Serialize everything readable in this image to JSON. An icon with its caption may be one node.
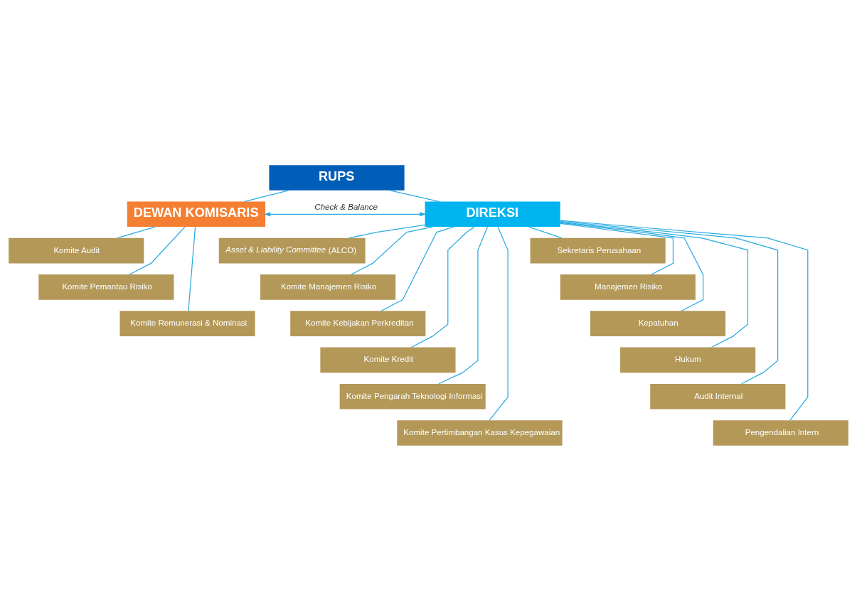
{
  "diagram": {
    "nodes": [
      {
        "text": [
          "RUPS"
        ]
      },
      {
        "text": [
          "DEWAN KOMISARIS"
        ]
      },
      {
        "text": [
          "DIREKSI"
        ]
      },
      {
        "text": [
          "Komite Audit"
        ]
      },
      {
        "text": [
          "Komite Pemantau Risiko"
        ]
      },
      {
        "text": [
          "Komite Remunerasi & Nominasi"
        ]
      },
      {
        "text": [
          "*Asset & Liability Committee* (ALCO)"
        ]
      },
      {
        "text": [
          "Komite Manajemen Risiko"
        ]
      },
      {
        "text": [
          "Komite Kebijakan Perkreditan"
        ]
      },
      {
        "text": [
          "Komite Kredit"
        ]
      },
      {
        "text": [
          "Komite Pengarah Teknologi Informasi"
        ]
      },
      {
        "text": [
          "Komite Pertimbangan Kasus Kepegawaian"
        ]
      },
      {
        "text": [
          "Sekretaris Perusahaan"
        ]
      },
      {
        "text": [
          "Manajemen Risiko"
        ]
      },
      {
        "text": [
          "Kepatuhan"
        ]
      },
      {
        "text": [
          "Hukum"
        ]
      },
      {
        "text": [
          "Audit Internal"
        ]
      },
      {
        "text": [
          "Pengendalian Intern"
        ]
      }
    ],
    "edges": [
      {
        "from": 0,
        "to": 1,
        "arrow": "none"
      },
      {
        "from": 0,
        "to": 2,
        "arrow": "none"
      },
      {
        "from": 1,
        "to": 2,
        "arrow": "both",
        "label": "Check & Balance"
      },
      {
        "from": 1,
        "to": 3,
        "arrow": "none"
      },
      {
        "from": 1,
        "to": 4,
        "arrow": "none"
      },
      {
        "from": 1,
        "to": 5,
        "arrow": "none"
      },
      {
        "from": 2,
        "to": 6,
        "arrow": "none"
      },
      {
        "from": 2,
        "to": 7,
        "arrow": "none"
      },
      {
        "from": 2,
        "to": 8,
        "arrow": "none"
      },
      {
        "from": 2,
        "to": 9,
        "arrow": "none"
      },
      {
        "from": 2,
        "to": 10,
        "arrow": "none"
      },
      {
        "from": 2,
        "to": 11,
        "arrow": "none"
      },
      {
        "from": 2,
        "to": 12,
        "arrow": "none"
      },
      {
        "from": 2,
        "to": 13,
        "arrow": "none"
      },
      {
        "from": 2,
        "to": 14,
        "arrow": "none"
      },
      {
        "from": 2,
        "to": 15,
        "arrow": "none"
      },
      {
        "from": 2,
        "to": 16,
        "arrow": "none"
      },
      {
        "from": 2,
        "to": 17,
        "arrow": "none"
      }
    ]
  }
}
